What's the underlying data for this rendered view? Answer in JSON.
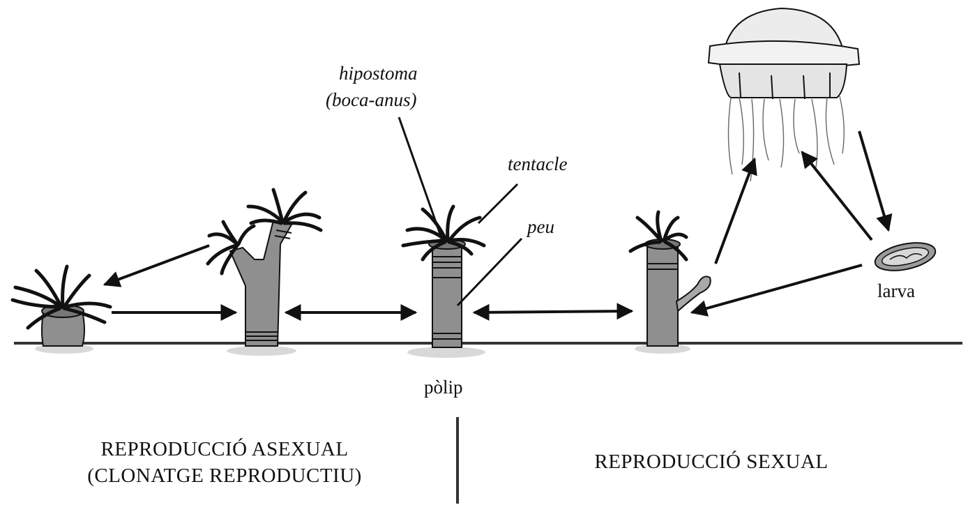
{
  "labels": {
    "hipostoma_line1": "hipostoma",
    "hipostoma_line2": "(boca-anus)",
    "tentacle": "tentacle",
    "peu": "peu",
    "polip": "pòlip",
    "larva": "larva"
  },
  "sections": {
    "asexual_line1": "REPRODUCCIÓ ASEXUAL",
    "asexual_line2": "(CLONATGE REPRODUCTIU)",
    "sexual": "REPRODUCCIÓ SEXUAL"
  },
  "colors": {
    "ink": "#111111",
    "body_fill": "#8f8f8f",
    "medusa_fill": "#ececec",
    "ground": "#333333"
  }
}
